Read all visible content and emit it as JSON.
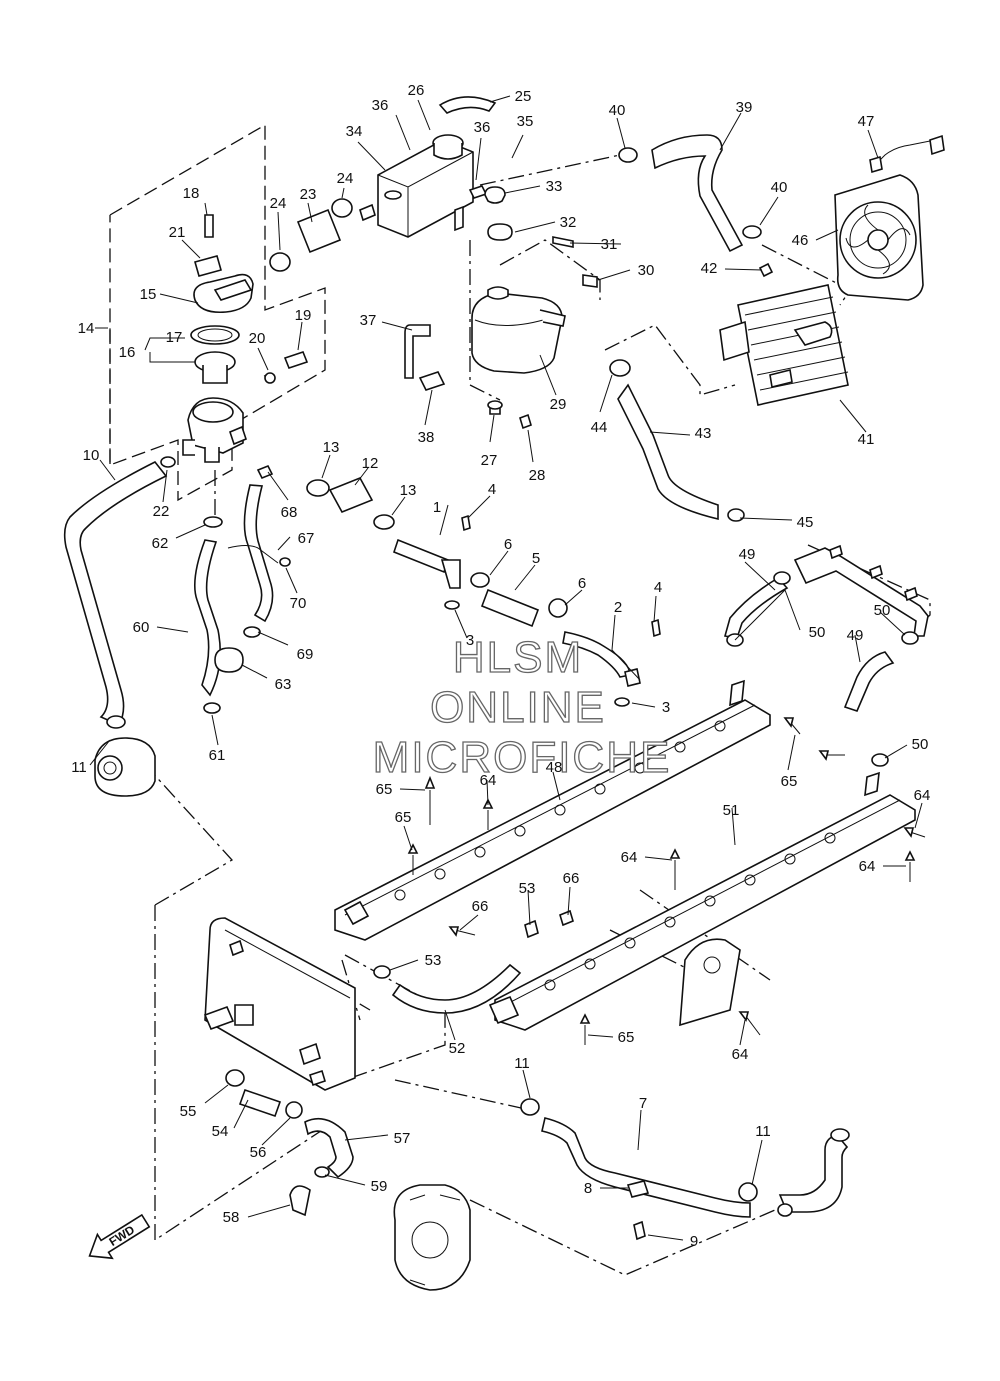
{
  "callouts": [
    {
      "num": "1"
    },
    {
      "num": "2"
    },
    {
      "num": "3"
    },
    {
      "num": "3"
    },
    {
      "num": "4"
    },
    {
      "num": "4"
    },
    {
      "num": "5"
    },
    {
      "num": "6"
    },
    {
      "num": "6"
    },
    {
      "num": "7"
    },
    {
      "num": "8"
    },
    {
      "num": "9"
    },
    {
      "num": "10"
    },
    {
      "num": "11"
    },
    {
      "num": "11"
    },
    {
      "num": "11"
    },
    {
      "num": "12"
    },
    {
      "num": "13"
    },
    {
      "num": "13"
    },
    {
      "num": "14"
    },
    {
      "num": "15"
    },
    {
      "num": "16"
    },
    {
      "num": "17"
    },
    {
      "num": "18"
    },
    {
      "num": "19"
    },
    {
      "num": "20"
    },
    {
      "num": "21"
    },
    {
      "num": "22"
    },
    {
      "num": "23"
    },
    {
      "num": "24"
    },
    {
      "num": "24"
    },
    {
      "num": "25"
    },
    {
      "num": "26"
    },
    {
      "num": "27"
    },
    {
      "num": "28"
    },
    {
      "num": "29"
    },
    {
      "num": "30"
    },
    {
      "num": "31"
    },
    {
      "num": "32"
    },
    {
      "num": "33"
    },
    {
      "num": "34"
    },
    {
      "num": "35"
    },
    {
      "num": "36"
    },
    {
      "num": "36"
    },
    {
      "num": "37"
    },
    {
      "num": "38"
    },
    {
      "num": "39"
    },
    {
      "num": "40"
    },
    {
      "num": "40"
    },
    {
      "num": "41"
    },
    {
      "num": "42"
    },
    {
      "num": "43"
    },
    {
      "num": "44"
    },
    {
      "num": "45"
    },
    {
      "num": "46"
    },
    {
      "num": "47"
    },
    {
      "num": "48"
    },
    {
      "num": "49"
    },
    {
      "num": "49"
    },
    {
      "num": "50"
    },
    {
      "num": "50"
    },
    {
      "num": "50"
    },
    {
      "num": "51"
    },
    {
      "num": "52"
    },
    {
      "num": "53"
    },
    {
      "num": "53"
    },
    {
      "num": "54"
    },
    {
      "num": "55"
    },
    {
      "num": "56"
    },
    {
      "num": "57"
    },
    {
      "num": "58"
    },
    {
      "num": "59"
    },
    {
      "num": "60"
    },
    {
      "num": "61"
    },
    {
      "num": "62"
    },
    {
      "num": "63"
    },
    {
      "num": "64"
    },
    {
      "num": "64"
    },
    {
      "num": "64"
    },
    {
      "num": "64"
    },
    {
      "num": "64"
    },
    {
      "num": "65"
    },
    {
      "num": "65"
    },
    {
      "num": "65"
    },
    {
      "num": "65"
    },
    {
      "num": "66"
    },
    {
      "num": "66"
    },
    {
      "num": "67"
    },
    {
      "num": "68"
    },
    {
      "num": "69"
    },
    {
      "num": "70"
    }
  ],
  "watermark": {
    "line1": "HLSM",
    "line2": "ONLINE",
    "line3": "MICROFICHE"
  },
  "direction_arrow": {
    "label": "FWD",
    "icon": "fwd-arrow-icon"
  }
}
